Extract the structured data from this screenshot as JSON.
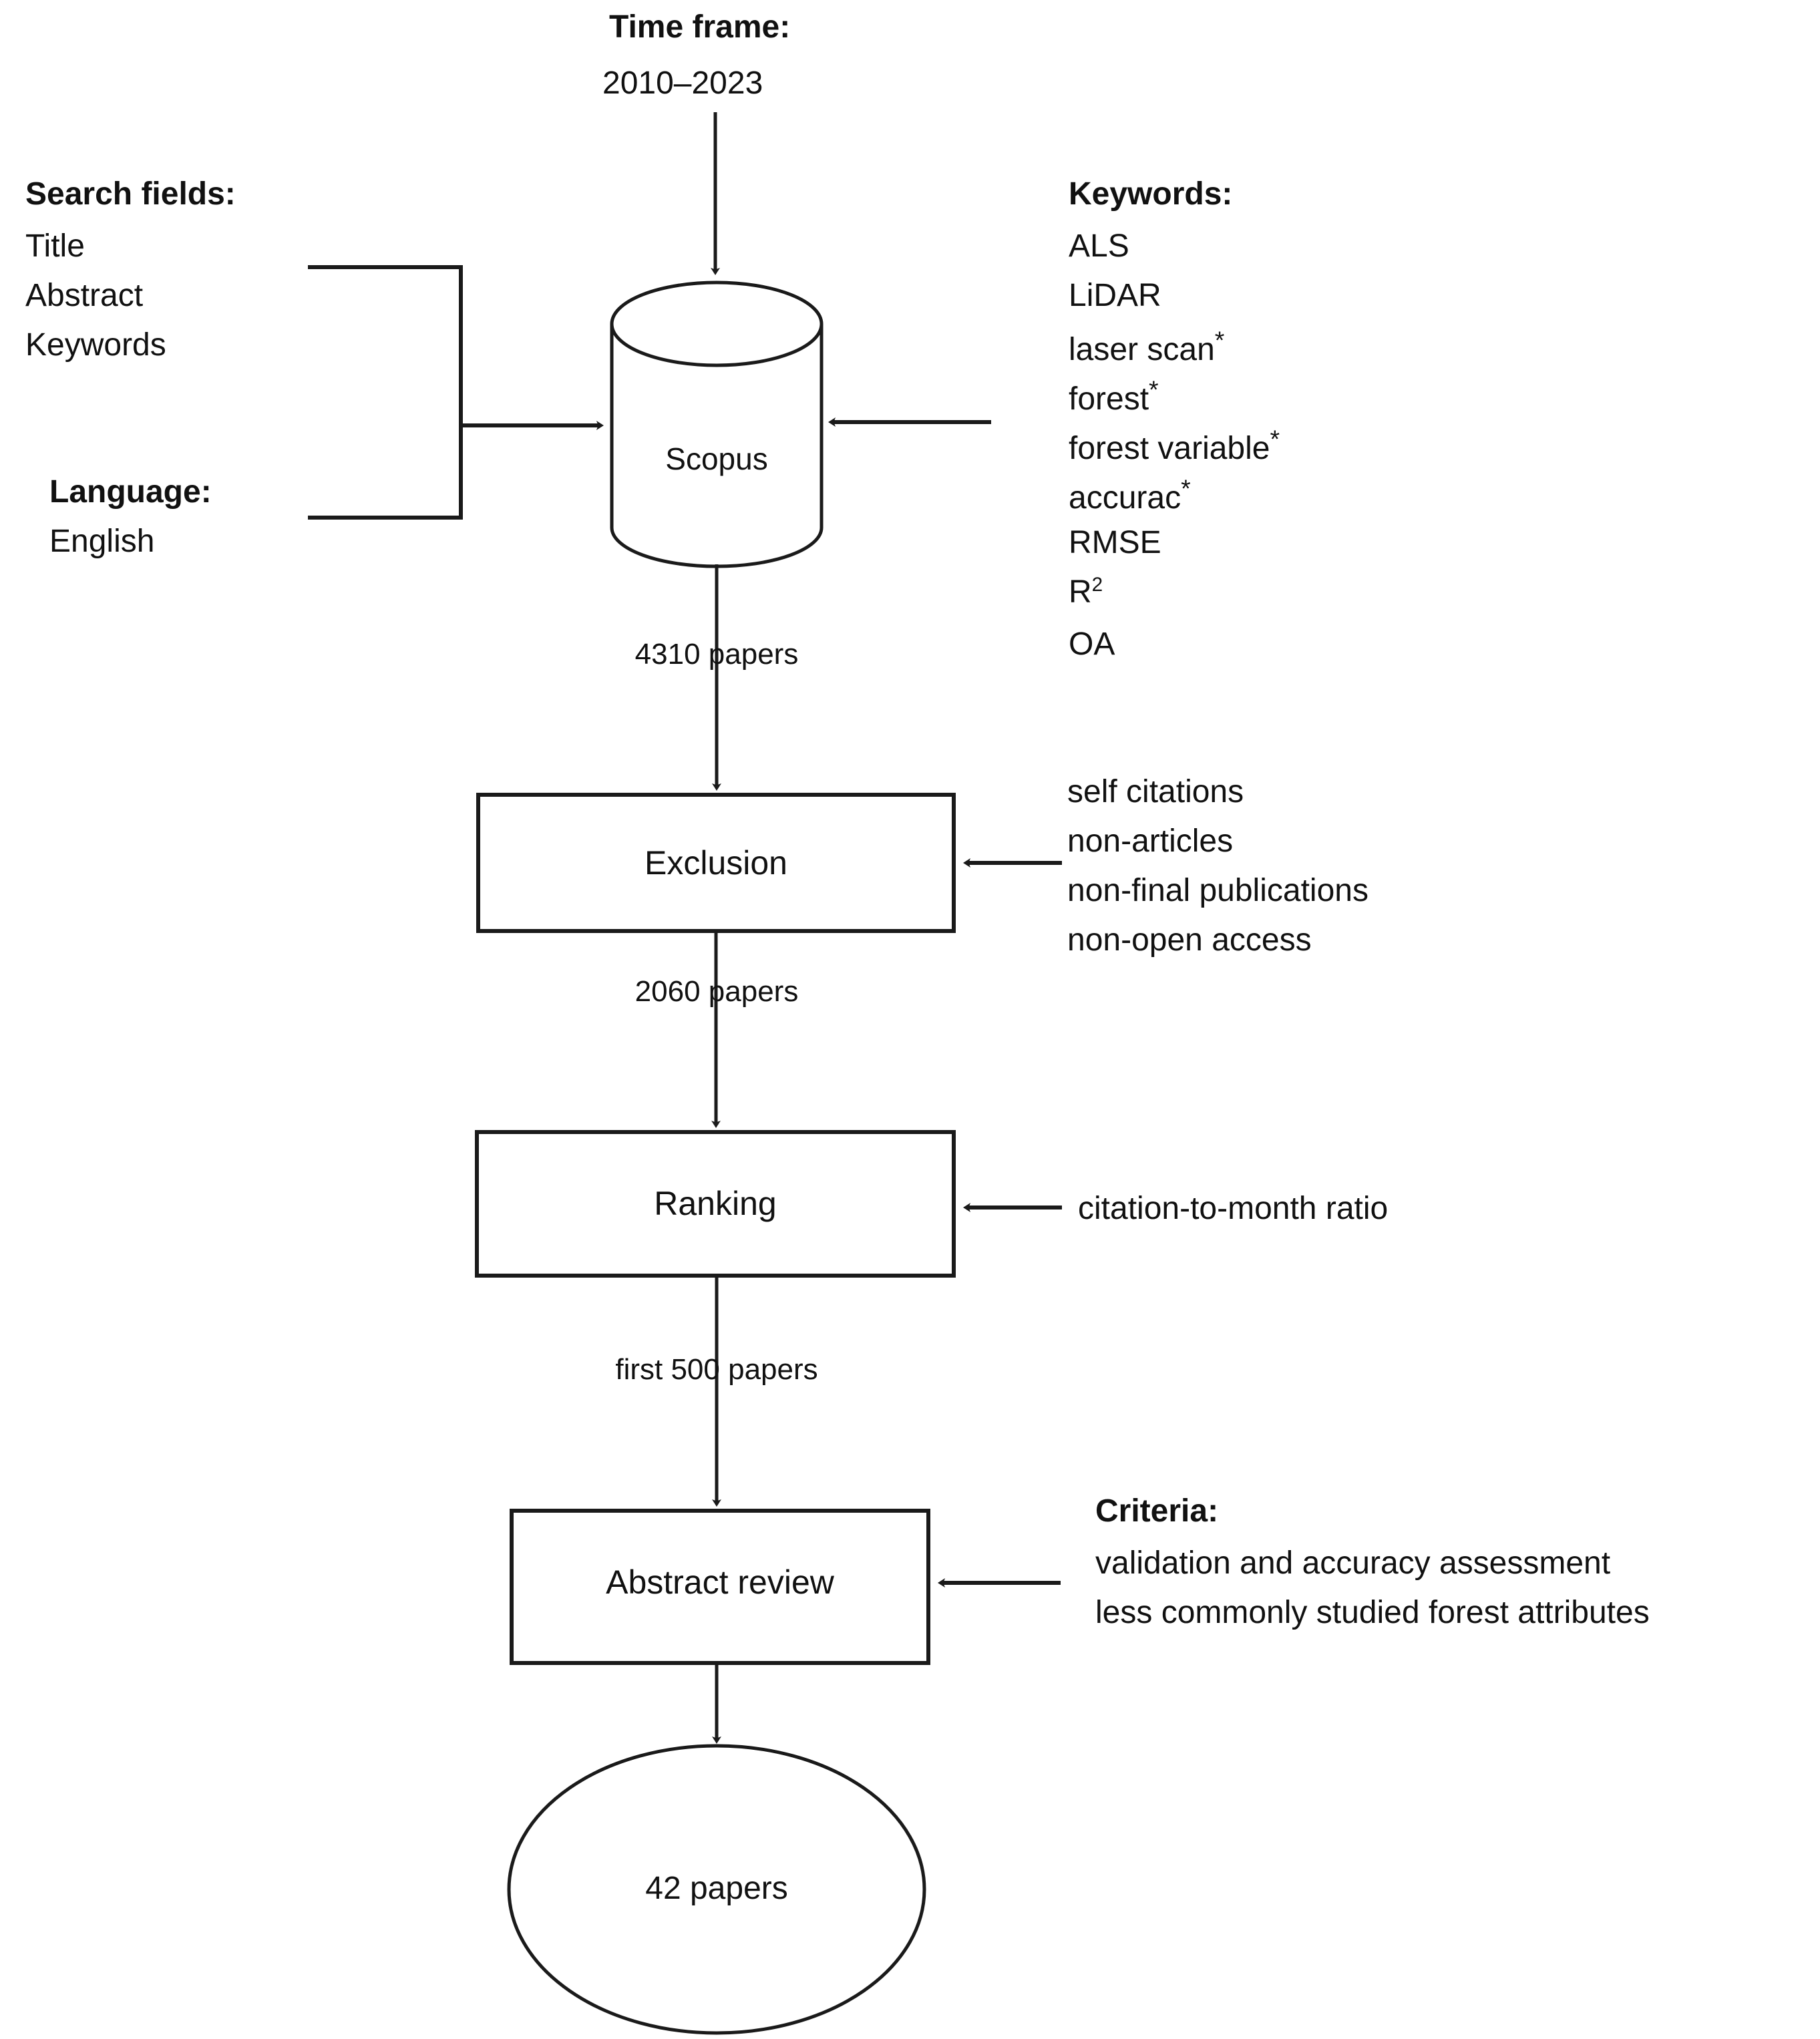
{
  "diagram": {
    "title": "Literature search and screening flowchart",
    "stroke_color": "#1a1a1a",
    "background_color": "#ffffff"
  },
  "time_frame": {
    "heading": "Time frame:",
    "value": "2010–2023"
  },
  "search_fields": {
    "heading": "Search fields:",
    "items": [
      "Title",
      "Abstract",
      "Keywords"
    ]
  },
  "language": {
    "heading": "Language:",
    "value": "English"
  },
  "keywords": {
    "heading": "Keywords:",
    "items": [
      "ALS",
      "LiDAR",
      "laser scan*",
      "forest*",
      "forest variable*",
      "accurac*",
      "RMSE",
      "R2",
      "OA"
    ]
  },
  "database": {
    "label": "Scopus",
    "shape": "cylinder"
  },
  "steps": [
    {
      "id": "exclusion",
      "label": "Exclusion",
      "shape": "rectangle"
    },
    {
      "id": "ranking",
      "label": "Ranking",
      "shape": "rectangle"
    },
    {
      "id": "abstract-review",
      "label": "Abstract review",
      "shape": "rectangle"
    }
  ],
  "result": {
    "label": "42 papers",
    "shape": "ellipse"
  },
  "flow_labels": [
    {
      "id": "scopus-to-exclusion",
      "text": "4310 papers"
    },
    {
      "id": "exclusion-to-ranking",
      "text": "2060 papers"
    },
    {
      "id": "ranking-to-abstract-review",
      "text": "first 500 papers"
    }
  ],
  "annotations": {
    "exclusion": {
      "heading": "",
      "items": [
        "self citations",
        "non-articles",
        "non-final publications",
        "non-open access"
      ]
    },
    "ranking": {
      "heading": "",
      "items": [
        "citation-to-month ratio"
      ]
    },
    "abstract_review": {
      "heading": "Criteria:",
      "items": [
        "validation and accuracy assessment",
        "less commonly studied forest attributes"
      ]
    }
  }
}
